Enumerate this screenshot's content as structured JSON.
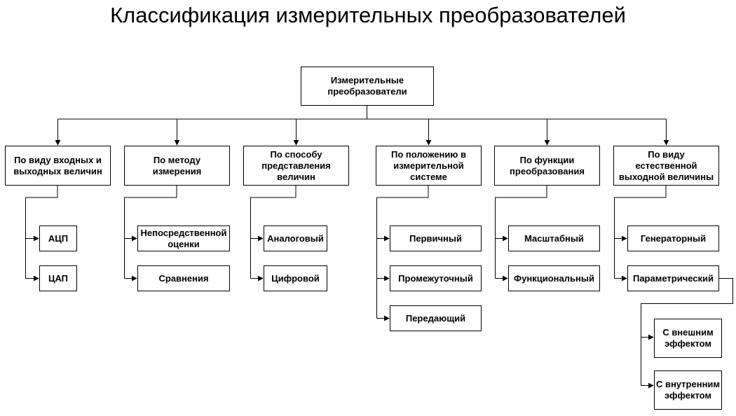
{
  "title": "Классификация измерительных преобразователей",
  "root": "Измерительные\nпреобразователи",
  "groups": [
    {
      "label": "По виду входных и\nвыходных величин",
      "items": [
        "АЦП",
        "ЦАП"
      ]
    },
    {
      "label": "По методу\nизмерения",
      "items": [
        "Непосредственной\nоценки",
        "Сравнения"
      ]
    },
    {
      "label": "По способу\nпредставления\nвеличин",
      "items": [
        "Аналоговый",
        "Цифровой"
      ]
    },
    {
      "label": "По положению в\nизмерительной\nсистеме",
      "items": [
        "Первичный",
        "Промежуточный",
        "Передающий"
      ]
    },
    {
      "label": "По функции\nпреобразования",
      "items": [
        "Масштабный",
        "Функциональный"
      ]
    },
    {
      "label": "По виду\nестественной\nвыходной величины",
      "items": [
        "Генераторный",
        "Параметрический"
      ]
    }
  ],
  "parametric_children": [
    "С внешним\nэффектом",
    "С внутренним\nэффектом"
  ]
}
